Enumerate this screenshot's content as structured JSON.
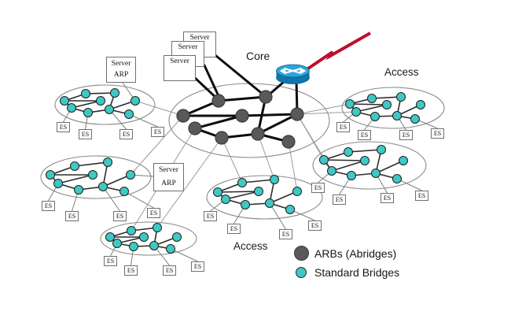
{
  "diagram": {
    "labels": {
      "core": "Core",
      "access_top": "Access",
      "access_bottom": "Access"
    },
    "legend": {
      "items": [
        {
          "id": "arb",
          "label": "ARBs (Abridges)",
          "color": "#595959"
        },
        {
          "id": "bridge",
          "label": "Standard Bridges",
          "color": "#3fc8c4"
        }
      ]
    },
    "server_stack": [
      "Server",
      "Server",
      "Server"
    ],
    "server_arp_boxes": [
      {
        "line1": "Server",
        "line2": "ARP"
      },
      {
        "line1": "Server",
        "line2": "ARP"
      }
    ],
    "es_label": "ES",
    "icons": {
      "router": "router-icon",
      "lightning": "lightning-bolt-icon",
      "arb_node": "arb-node",
      "bridge_node": "bridge-node"
    },
    "counts": {
      "access_clouds": 6,
      "arbs": 9,
      "bridges_per_cloud": 9,
      "es_per_cloud": 4
    },
    "colors": {
      "background": "#ffffff",
      "arb_fill": "#595959",
      "arb_stroke": "#3a3a3a",
      "bridge_fill": "#3fc8c4",
      "bridge_stroke": "#1f1f1f",
      "backbone": "#0d0d0d",
      "access_edge": "#2b2b2b",
      "uplink": "#9a9a9a",
      "es_link": "#7d7d7d",
      "cloud_stroke": "#8a8a8a",
      "router_top": "#2ca6db",
      "router_body": "#0f76ab",
      "router_edge": "#0a5e8c",
      "bolt": "#be0e2e",
      "text": "#1c1c1c"
    }
  }
}
